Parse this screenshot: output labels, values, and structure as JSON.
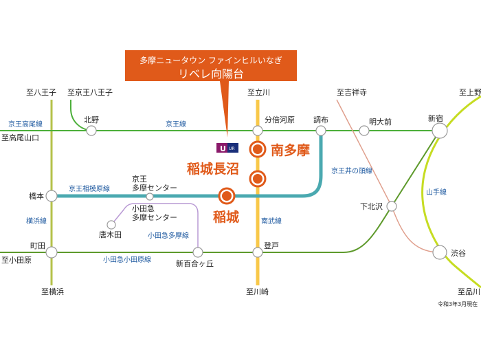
{
  "callout": {
    "line1": "多摩ニュータウン ファインヒルいなぎ",
    "line2": "リベレ向陽台",
    "color": "#e05a1a"
  },
  "logo": {
    "text": "UR"
  },
  "directions": {
    "hachioji": "至八王子",
    "keio_hachioji": "至京王八王子",
    "tachikawa": "至立川",
    "kichijoji": "至吉祥寺",
    "ueno": "至上野",
    "takaosanguchi": "至高尾山口",
    "odawara": "至小田原",
    "yokohama": "至横浜",
    "kawasaki": "至川崎",
    "shinagawa": "至品川"
  },
  "lines": {
    "keio_takao": "京王高尾線",
    "keio": "京王線",
    "keio_sagamihara": "京王相模原線",
    "yokohama": "横浜線",
    "odakyu_tama": "小田急多摩線",
    "odakyu_odawara": "小田急小田原線",
    "nambu": "南武線",
    "inokashira": "京王井の頭線",
    "yamanote": "山手線"
  },
  "stations": {
    "kitano": "北野",
    "bubaigawara": "分倍河原",
    "chofu": "調布",
    "meidaimae": "明大前",
    "shinjuku": "新宿",
    "hashimoto": "橋本",
    "keio_tama_center_1": "京王",
    "keio_tama_center_2": "多摩センター",
    "odakyu_tama_center_1": "小田急",
    "odakyu_tama_center_2": "多摩センター",
    "karakida": "唐木田",
    "machida": "町田",
    "shinyurigaoka": "新百合ヶ丘",
    "noborito": "登戸",
    "shimokitazawa": "下北沢",
    "shibuya": "渋谷"
  },
  "highlight_stations": {
    "minamitama": "南多摩",
    "inaginaganuma": "稲城長沼",
    "inagi": "稲城"
  },
  "note": "令和3年3月現在",
  "colors": {
    "keio": "#4caf3a",
    "sagamihara": "#4aa9b0",
    "yokohama": "#b5c24a",
    "nambu": "#f8c84a",
    "odakyu": "#5e9a2c",
    "odakyu_tama": "#b99ad4",
    "inokashira": "#e0a08e",
    "yamanote": "#c6dc22"
  }
}
